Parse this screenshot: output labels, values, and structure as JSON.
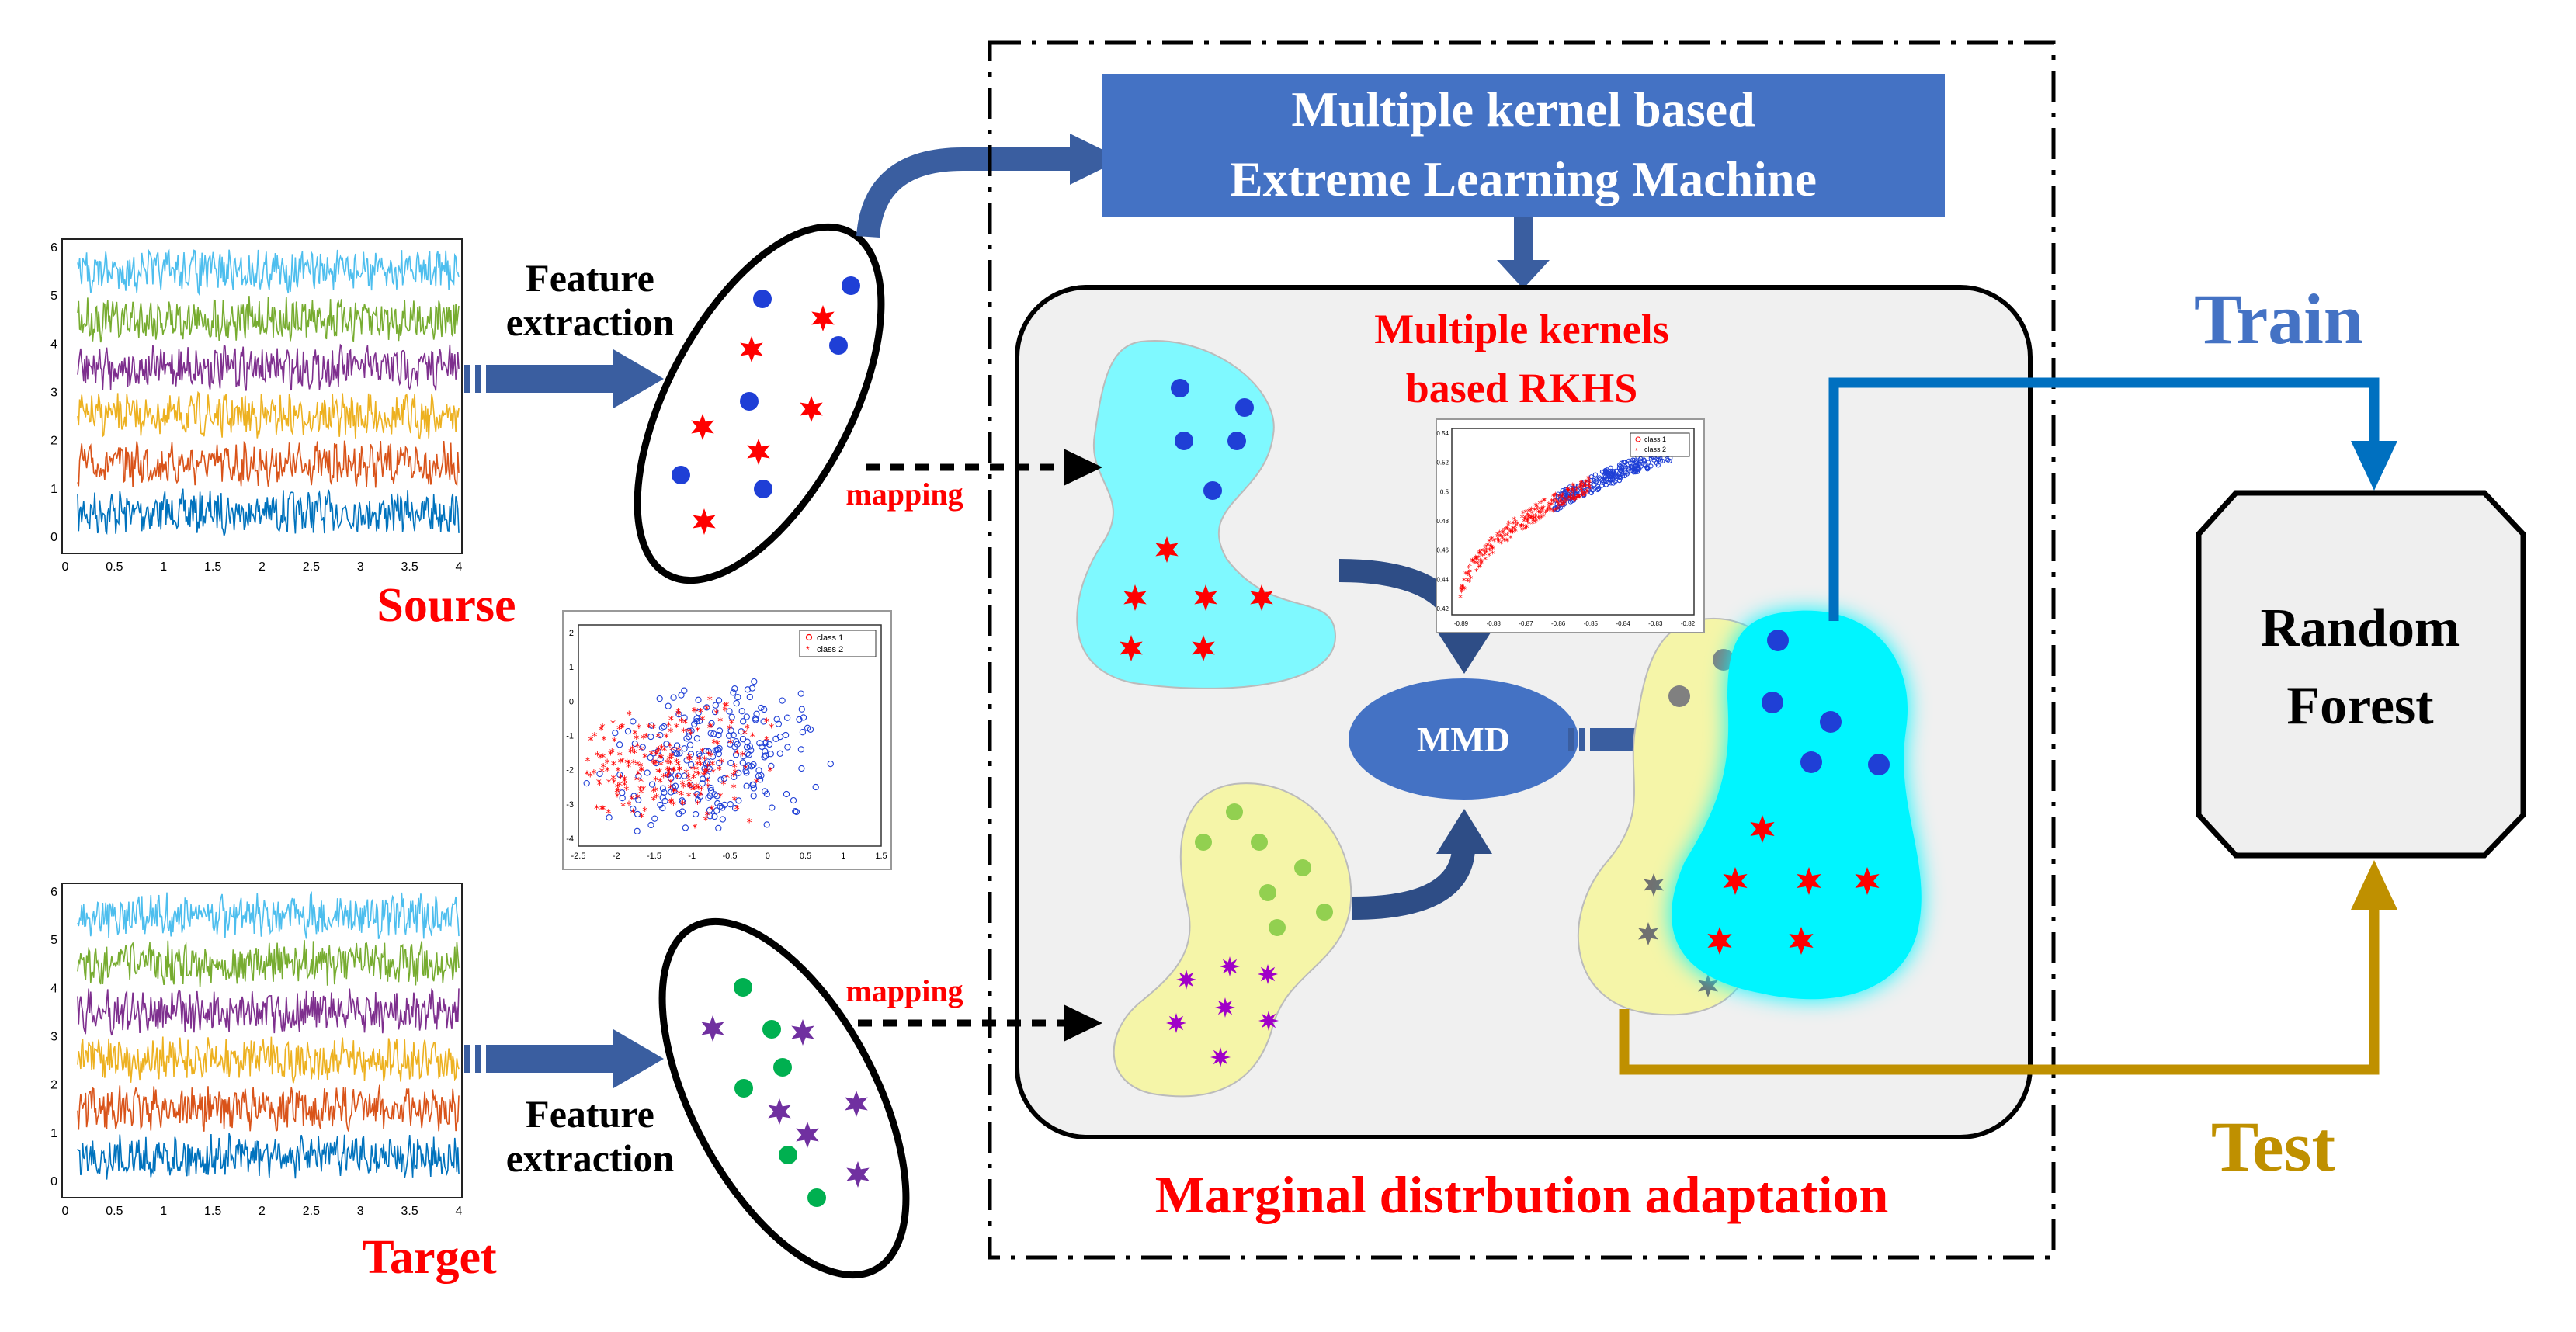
{
  "source": {
    "label": "Sourse",
    "feature_label": [
      "Feature",
      "extraction"
    ],
    "mapping_label": "mapping",
    "y_ticks": [
      "0",
      "1",
      "2",
      "3",
      "4",
      "5",
      "6"
    ],
    "x_ticks": [
      "0",
      "0.5",
      "1",
      "1.5",
      "2",
      "2.5",
      "3",
      "3.5",
      "4"
    ]
  },
  "target": {
    "label": "Target",
    "feature_label": [
      "Feature",
      "extraction"
    ],
    "mapping_label": "mapping",
    "y_ticks": [
      "0",
      "1",
      "2",
      "3",
      "4",
      "5",
      "6"
    ],
    "x_ticks": [
      "0",
      "0.5",
      "1",
      "1.5",
      "2",
      "2.5",
      "3",
      "3.5",
      "4"
    ]
  },
  "mkelm": {
    "lines": [
      "Multiple kernel based",
      "Extreme Learning Machine"
    ]
  },
  "rkhs": {
    "lines": [
      "Multiple kernels",
      "based RKHS"
    ]
  },
  "mmd_label": "MMD",
  "region_label": "Marginal distrbution adaptation",
  "random_forest": {
    "lines": [
      "Random",
      "Forest"
    ]
  },
  "train_label": "Train",
  "test_label": "Test",
  "scatter_left": {
    "legend": [
      "class 1",
      "class 2"
    ],
    "x_ticks": [
      "-2.5",
      "-2",
      "-1.5",
      "-1",
      "-0.5",
      "0",
      "0.5",
      "1",
      "1.5"
    ],
    "y_ticks": [
      "2",
      "1",
      "0",
      "-1",
      "-2",
      "-3",
      "-4"
    ]
  },
  "scatter_right": {
    "legend": [
      "class 1",
      "class 2"
    ],
    "x_ticks": [
      "-0.89",
      "-0.88",
      "-0.87",
      "-0.86",
      "-0.85",
      "-0.84",
      "-0.83",
      "-0.82"
    ],
    "y_ticks": [
      "0.54",
      "0.52",
      "0.5",
      "0.48",
      "0.46",
      "0.44",
      "0.42"
    ]
  },
  "colors": {
    "arrow_blue": "#3a5ea0",
    "box_blue": "#4472c4",
    "label_red": "#ff0000",
    "train_blue": "#4472c4",
    "train_line": "#0070c0",
    "test_gold": "#bf9000",
    "cyan": "#00f5ff",
    "yellow": "#f5f5a8"
  },
  "signal_colors": [
    "#0072bd",
    "#d95319",
    "#edb120",
    "#7e2f8e",
    "#77ac30",
    "#4dbeee"
  ]
}
